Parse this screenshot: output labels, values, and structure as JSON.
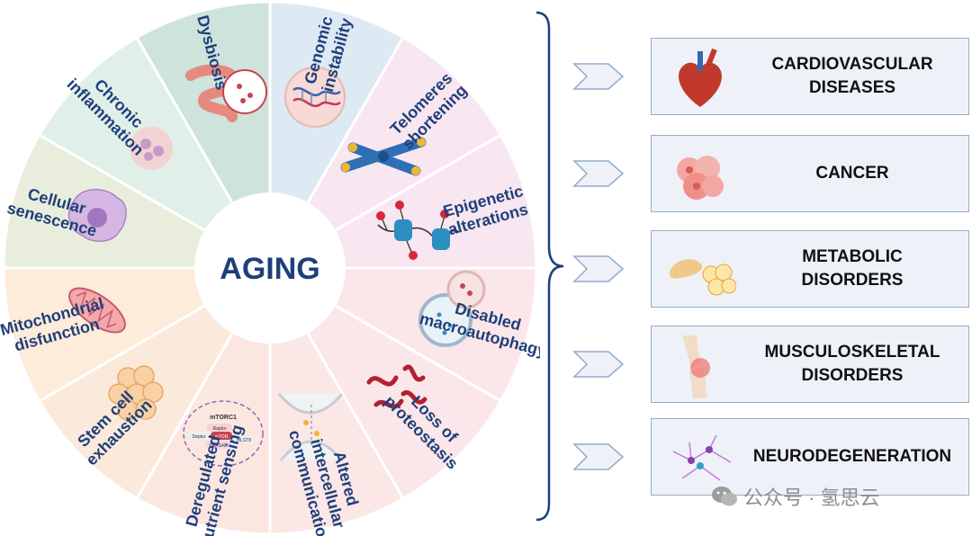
{
  "center": {
    "label": "AGING"
  },
  "segments": [
    {
      "label": "Genomic\ninstability",
      "icon": "dna-nucleus-icon",
      "color": "#dde9f3"
    },
    {
      "label": "Telomeres\nshortening",
      "icon": "chromosome-icon",
      "color": "#f8e6f0"
    },
    {
      "label": "Epigenetic\nalterations",
      "icon": "nucleosome-icon",
      "color": "#f8e6f0"
    },
    {
      "label": "Disabled\nmacroautophagy",
      "icon": "autophagosome-icon",
      "color": "#fbe6ea"
    },
    {
      "label": "Loss of\nproteostasis",
      "icon": "protein-aggregate-icon",
      "color": "#fbe6ea"
    },
    {
      "label": "Altered\nintercellular\ncommunication",
      "icon": "synapse-icon",
      "color": "#fbe7e5"
    },
    {
      "label": "Deregulated\nnutrient sensing",
      "icon": "mtorc1-complex-icon",
      "color": "#fbe7e0"
    },
    {
      "label": "Stem cell\nexhaustion",
      "icon": "stem-cell-cluster-icon",
      "color": "#fbe9dc"
    },
    {
      "label": "Mitochondrial\ndisfunction",
      "icon": "mitochondrion-icon",
      "color": "#fcecd9"
    },
    {
      "label": "Cellular\nsenescence",
      "icon": "senescent-cell-icon",
      "color": "#e9eddc"
    },
    {
      "label": "Chronic\ninflammation",
      "icon": "inflamed-cells-icon",
      "color": "#e1efe9"
    },
    {
      "label": "Dysbiosis",
      "icon": "intestine-microbiome-icon",
      "color": "#cde3dc"
    }
  ],
  "mtorc1": {
    "title": "mTORC1",
    "parts": [
      "Raptor",
      "Deptor",
      "mTOR",
      "mLST8",
      "PRAS40"
    ]
  },
  "diseases": [
    {
      "label": "CARDIOVASCULAR\nDISEASES",
      "icon": "heart-icon"
    },
    {
      "label": "CANCER",
      "icon": "tumor-cells-icon"
    },
    {
      "label": "METABOLIC\nDISORDERS",
      "icon": "pancreas-adipocytes-icon"
    },
    {
      "label": "MUSCULOSKELETAL\nDISORDERS",
      "icon": "knee-joint-icon"
    },
    {
      "label": "NEURODEGENERATION",
      "icon": "neurons-icon"
    }
  ],
  "watermark": {
    "text": "公众号 · 氢思云",
    "icon": "wechat-icon"
  }
}
